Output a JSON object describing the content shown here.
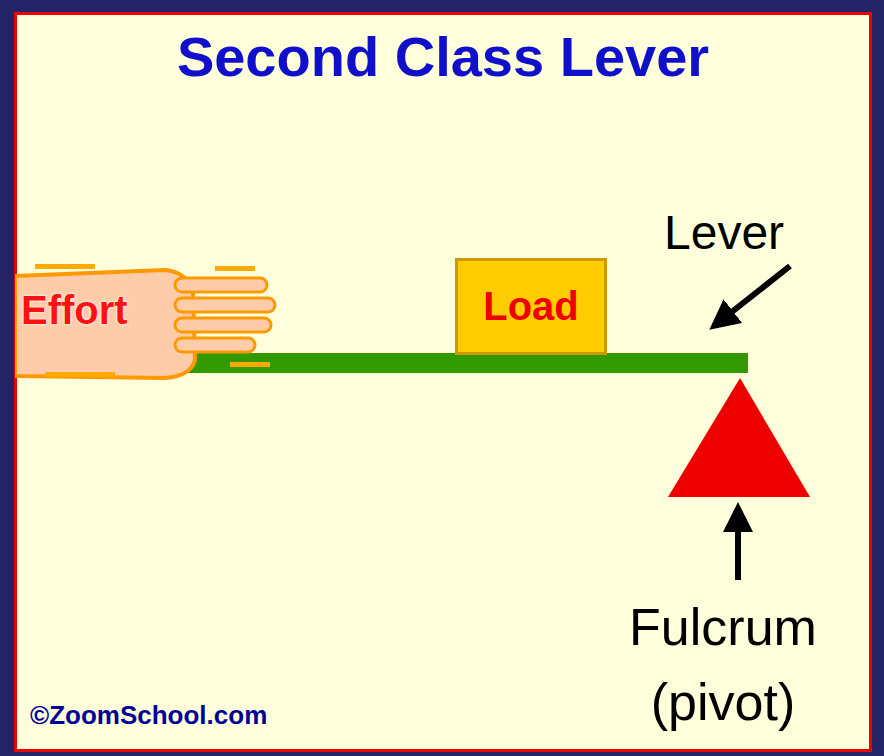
{
  "diagram": {
    "title": "Second Class Lever",
    "nodes": [
      {
        "text": [
          "Effort"
        ]
      },
      {
        "text": [
          "Load"
        ]
      }
    ],
    "labels": [
      "Lever",
      "Fulcrum (pivot)",
      "©ZoomSchool.com"
    ]
  }
}
